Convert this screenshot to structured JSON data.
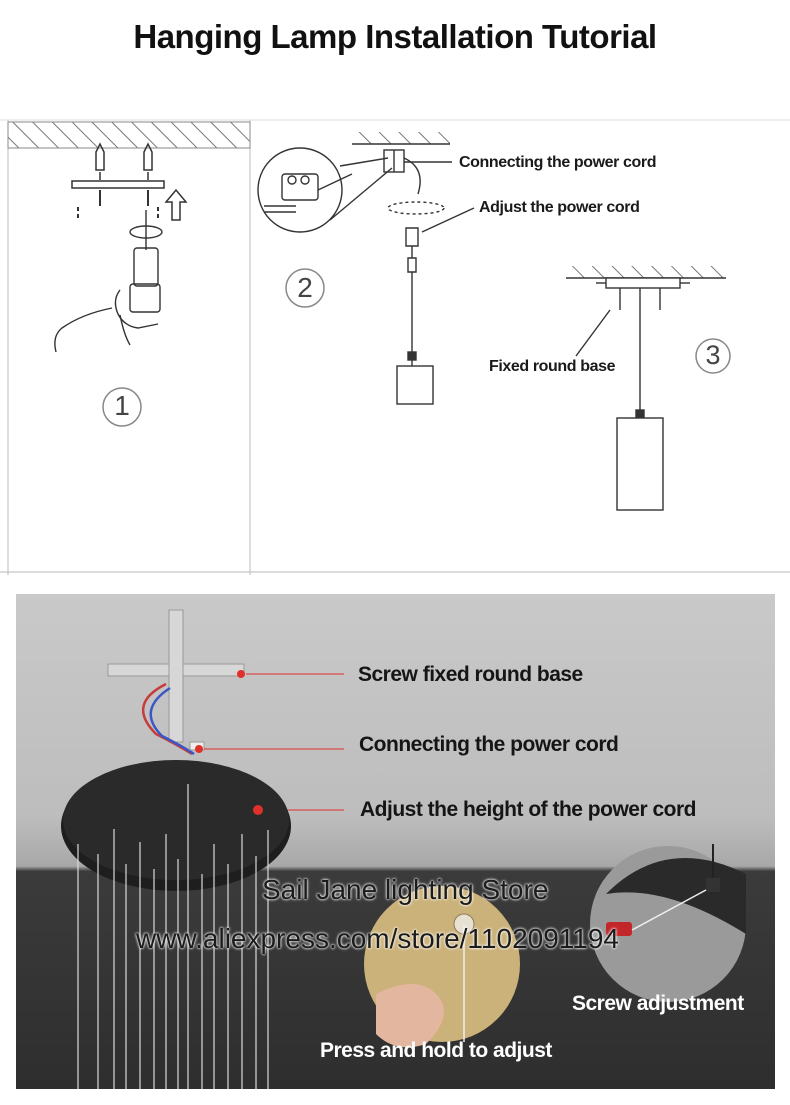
{
  "title": "Hanging Lamp Installation Tutorial",
  "steps": {
    "step1_number": "1",
    "step2_number": "2",
    "step3_number": "3"
  },
  "diagram_labels": {
    "connecting": "Connecting the power cord",
    "adjust": "Adjust the power cord",
    "fixed_base": "Fixed round base"
  },
  "photo_labels": {
    "screw_base": "Screw fixed round base",
    "connecting": "Connecting the power cord",
    "adjust_height": "Adjust the height of the power cord",
    "screw_adjustment": "Screw adjustment",
    "press_hold": "Press and hold to adjust"
  },
  "watermark": {
    "store": "Sail Jane lighting Store",
    "url": "www.aliexpress.com/store/1102091194"
  },
  "colors": {
    "marker_red": "#e0302a",
    "photo_bg": "#c4c4c4",
    "canopy": "#1e1e1e"
  }
}
